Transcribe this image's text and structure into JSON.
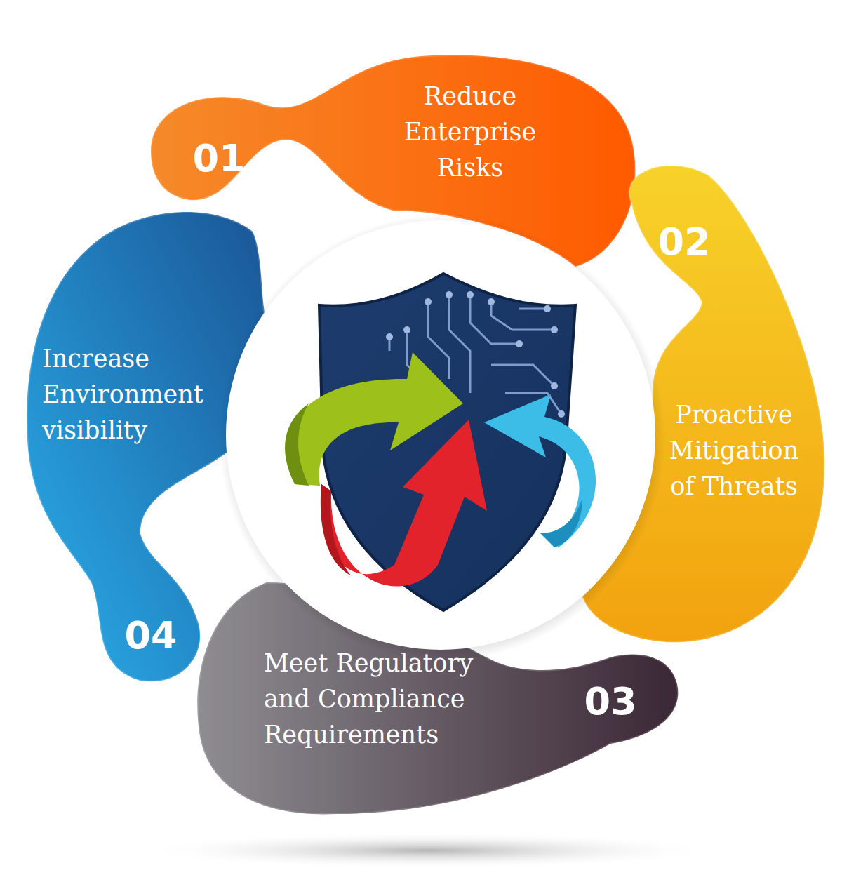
{
  "diagram": {
    "nodes": [
      {
        "text": [
          "01",
          "Reduce Enterprise Risks"
        ]
      },
      {
        "text": [
          "02",
          "Proactive Mitigation of Threats"
        ]
      },
      {
        "text": [
          "03",
          "Meet Regulatory and Compliance Requirements"
        ]
      },
      {
        "text": [
          "04",
          "Increase Environment visibility"
        ]
      }
    ]
  }
}
